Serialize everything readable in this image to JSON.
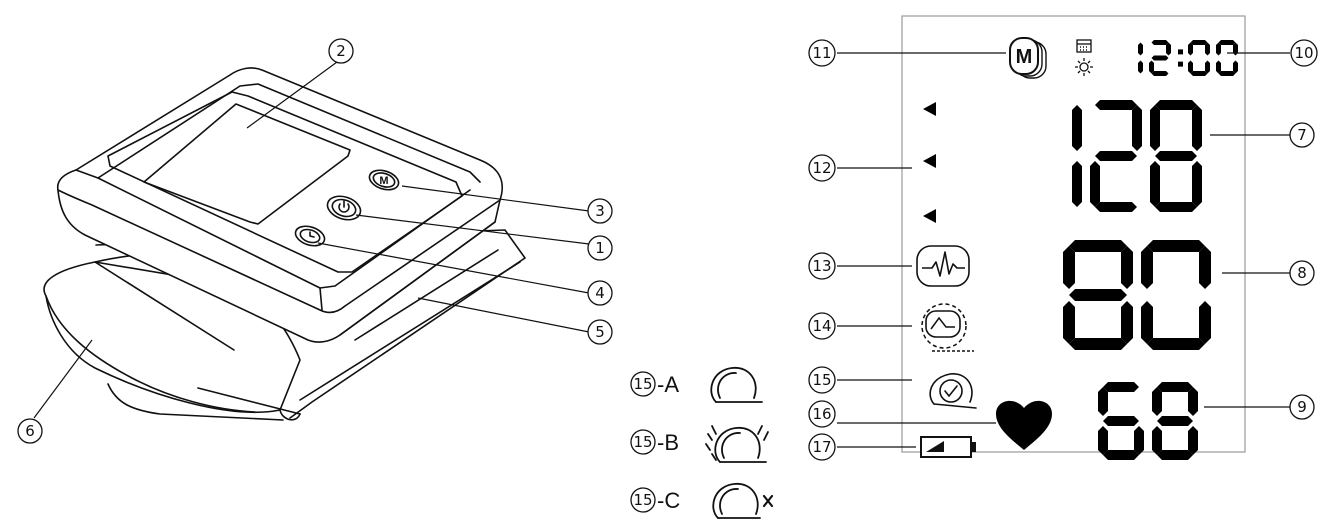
{
  "device_callouts": [
    {
      "id": "c2",
      "number": "2"
    },
    {
      "id": "c3",
      "number": "3"
    },
    {
      "id": "c1",
      "number": "1"
    },
    {
      "id": "c4",
      "number": "4"
    },
    {
      "id": "c5",
      "number": "5"
    },
    {
      "id": "c6",
      "number": "6"
    }
  ],
  "display_callouts": [
    {
      "id": "c11",
      "number": "11"
    },
    {
      "id": "c10",
      "number": "10"
    },
    {
      "id": "c7",
      "number": "7"
    },
    {
      "id": "c12",
      "number": "12"
    },
    {
      "id": "c8",
      "number": "8"
    },
    {
      "id": "c13",
      "number": "13"
    },
    {
      "id": "c14",
      "number": "14"
    },
    {
      "id": "c15",
      "number": "15"
    },
    {
      "id": "c9",
      "number": "9"
    },
    {
      "id": "c16",
      "number": "16"
    },
    {
      "id": "c17",
      "number": "17"
    }
  ],
  "cuff_variants": [
    {
      "number": "15",
      "suffix": "-A",
      "icon": "cuff-ok-icon"
    },
    {
      "number": "15",
      "suffix": "-B",
      "icon": "cuff-vibrating-icon"
    },
    {
      "number": "15",
      "suffix": "-C",
      "icon": "cuff-error-icon"
    }
  ],
  "display": {
    "time": "12:00",
    "systolic": "128",
    "diastolic": "80",
    "pulse": "68",
    "memory_label": "M",
    "device_button_label": "M"
  },
  "icons": {
    "memory": "memory-icon",
    "calendar_sun": "calendar-sun-icon",
    "irregular_heartbeat": "irregular-heartbeat-icon",
    "movement": "movement-icon",
    "cuff_check": "cuff-check-icon",
    "heart": "heart-icon",
    "battery": "battery-icon",
    "power_button": "power-icon",
    "clock_button": "clock-icon"
  }
}
